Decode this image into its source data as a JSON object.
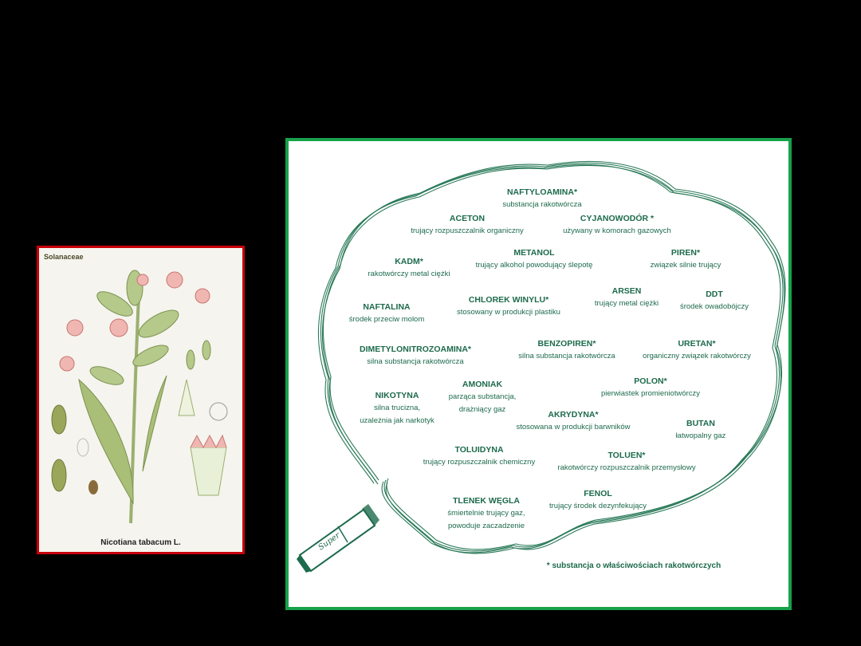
{
  "plant_image": {
    "family": "Solanaceae",
    "caption": "Nicotiana tabacum L.",
    "frame_color": "#c8000a"
  },
  "smoke_panel": {
    "frame_color": "#17a24a",
    "text_color": "#1d6a4c",
    "cigarette_brand": "Super",
    "substances": [
      {
        "name": "NAFTYLOAMINA*",
        "desc": [
          "substancja rakotwórcza"
        ]
      },
      {
        "name": "ACETON",
        "desc": [
          "trujący rozpuszczalnik organiczny"
        ]
      },
      {
        "name": "CYJANOWODÓR *",
        "desc": [
          "używany w komorach gazowych"
        ]
      },
      {
        "name": "METANOL",
        "desc": [
          "trujący alkohol powodujący ślepotę"
        ]
      },
      {
        "name": "KADM*",
        "desc": [
          "rakotwórczy metal ciężki"
        ]
      },
      {
        "name": "PIREN*",
        "desc": [
          "związek silnie trujący"
        ]
      },
      {
        "name": "ARSEN",
        "desc": [
          "trujący metal ciężki"
        ]
      },
      {
        "name": "DDT",
        "desc": [
          "środek owadobójczy"
        ]
      },
      {
        "name": "CHLOREK WINYLU*",
        "desc": [
          "stosowany w produkcji plastiku"
        ]
      },
      {
        "name": "NAFTALINA",
        "desc": [
          "środek przeciw molom"
        ]
      },
      {
        "name": "DIMETYLONITROZOAMINA*",
        "desc": [
          "silna substancja rakotwórcza"
        ]
      },
      {
        "name": "BENZOPIREN*",
        "desc": [
          "silna substancja rakotwórcza"
        ]
      },
      {
        "name": "URETAN*",
        "desc": [
          "organiczny związek rakotwórczy"
        ]
      },
      {
        "name": "AMONIAK",
        "desc": [
          "parząca substancja,",
          "drażniący gaz"
        ]
      },
      {
        "name": "NIKOTYNA",
        "desc": [
          "silna trucizna,",
          "uzależnia jak narkotyk"
        ]
      },
      {
        "name": "POLON*",
        "desc": [
          "pierwiastek promieniotwórczy"
        ]
      },
      {
        "name": "AKRYDYNA*",
        "desc": [
          "stosowana w produkcji barwników"
        ]
      },
      {
        "name": "BUTAN",
        "desc": [
          "łatwopalny gaz"
        ]
      },
      {
        "name": "TOLUIDYNA",
        "desc": [
          "trujący rozpuszczalnik chemiczny"
        ]
      },
      {
        "name": "TOLUEN*",
        "desc": [
          "rakotwórczy rozpuszczalnik przemysłowy"
        ]
      },
      {
        "name": "TLENEK WĘGLA",
        "desc": [
          "śmiertelnie trujący gaz,",
          "powoduje zaczadzenie"
        ]
      },
      {
        "name": "FENOL",
        "desc": [
          "trujący środek dezynfekujący"
        ]
      }
    ],
    "footnote": "* substancja o właściwościach rakotwórczych"
  }
}
